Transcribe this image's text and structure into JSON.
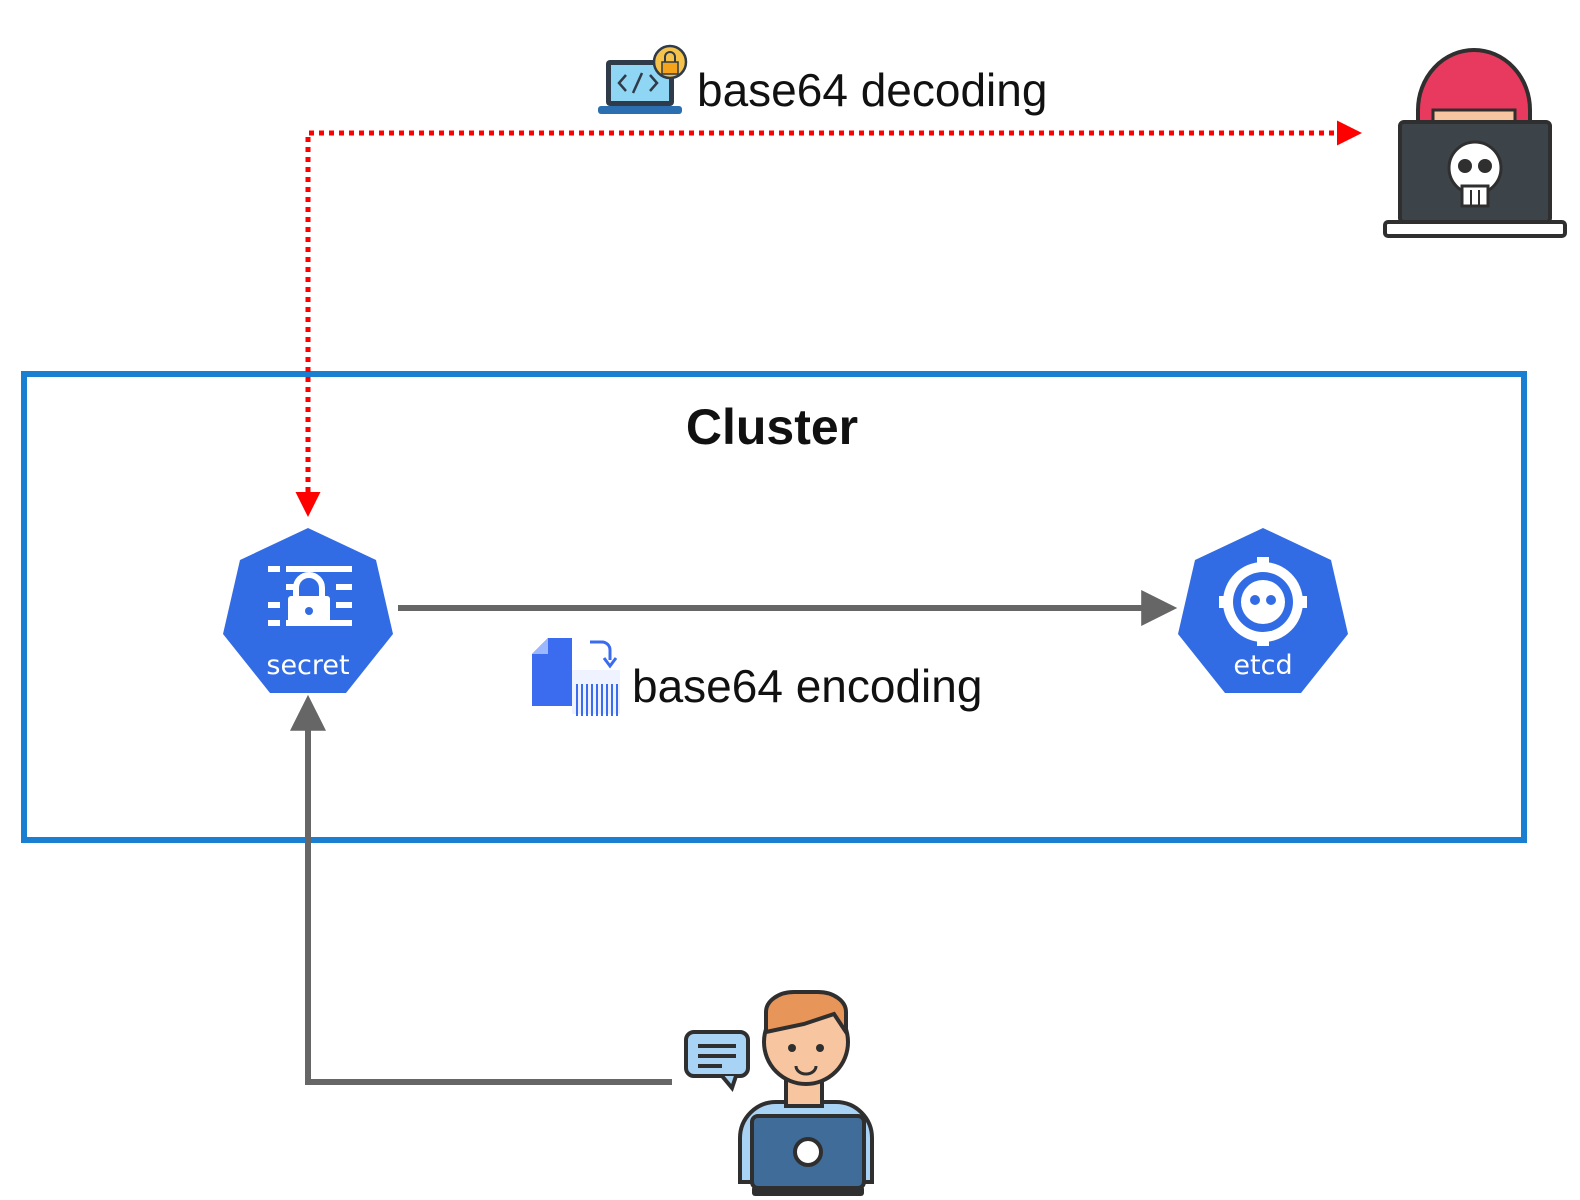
{
  "cluster": {
    "title": "Cluster"
  },
  "nodes": {
    "secret": {
      "label": "secret",
      "icon": "kubernetes-secret-icon"
    },
    "etcd": {
      "label": "etcd",
      "icon": "kubernetes-etcd-icon"
    },
    "attacker": {
      "icon": "hacker-icon"
    },
    "user": {
      "icon": "developer-with-laptop-icon"
    }
  },
  "edges": {
    "encoding": {
      "label": "base64 encoding",
      "icon": "file-encoding-icon"
    },
    "decoding": {
      "label": "base64 decoding",
      "icon": "laptop-code-lock-icon"
    }
  },
  "colors": {
    "cluster_border": "#1a7fd0",
    "kube_blue": "#326ce5",
    "arrow_gray": "#666666",
    "attack_red": "#ff0000"
  }
}
